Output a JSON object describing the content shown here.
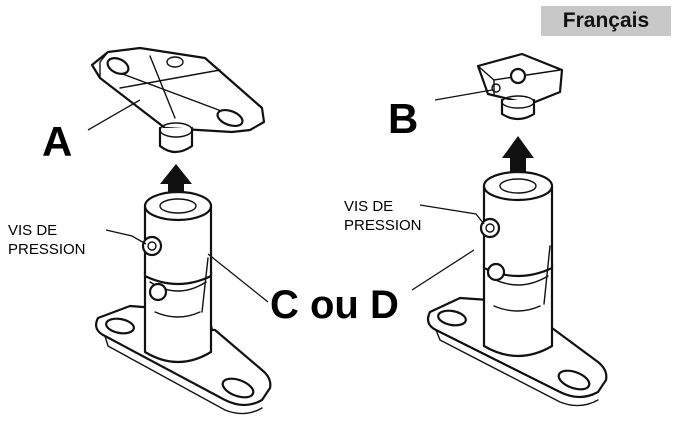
{
  "language_badge": "Français",
  "labels": {
    "a": "A",
    "b": "B",
    "c_ou_d": "C ou D",
    "vis_de_left_line1": "VIS DE",
    "vis_de_left_line2": "PRESSION",
    "vis_de_right_line1": "VIS DE",
    "vis_de_right_line2": "PRESSION"
  },
  "colors": {
    "badge_background": "#c8c8c8",
    "line_art": "#111111",
    "background": "#ffffff"
  }
}
